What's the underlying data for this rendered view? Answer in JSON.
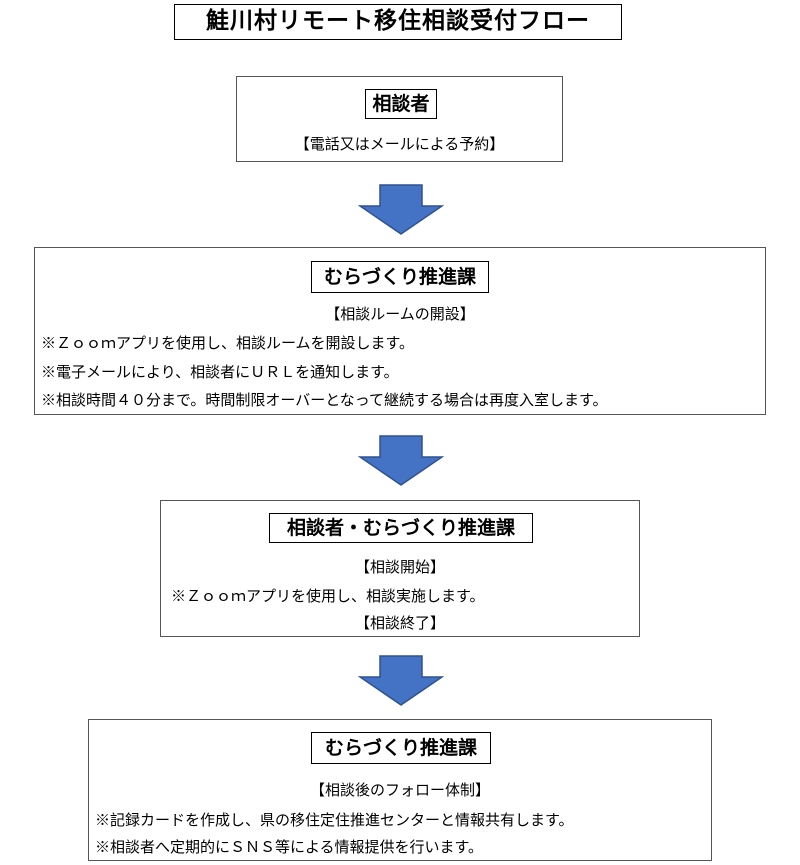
{
  "title": "鮭川村リモート移住相談受付フロー",
  "colors": {
    "arrow_fill": "#4472C4",
    "arrow_stroke": "#2F528F"
  },
  "steps": [
    {
      "actor": "相談者",
      "lines": [
        "【電話又はメールによる予約】"
      ]
    },
    {
      "actor": "むらづくり推進課",
      "lines": [
        "【相談ルームの開設】",
        "※Ｚｏｏｍアプリを使用し、相談ルームを開設します。",
        "※電子メールにより、相談者にＵＲＬを通知します。",
        "※相談時間４０分まで。時間制限オーバーとなって継続する場合は再度入室します。"
      ]
    },
    {
      "actor": "相談者・むらづくり推進課",
      "lines": [
        "【相談開始】",
        "※Ｚｏｏｍアプリを使用し、相談実施します。",
        "【相談終了】"
      ]
    },
    {
      "actor": "むらづくり推進課",
      "lines": [
        "【相談後のフォロー体制】",
        "※記録カードを作成し、県の移住定住推進センターと情報共有します。",
        "※相談者へ定期的にＳＮＳ等による情報提供を行います。"
      ]
    }
  ]
}
